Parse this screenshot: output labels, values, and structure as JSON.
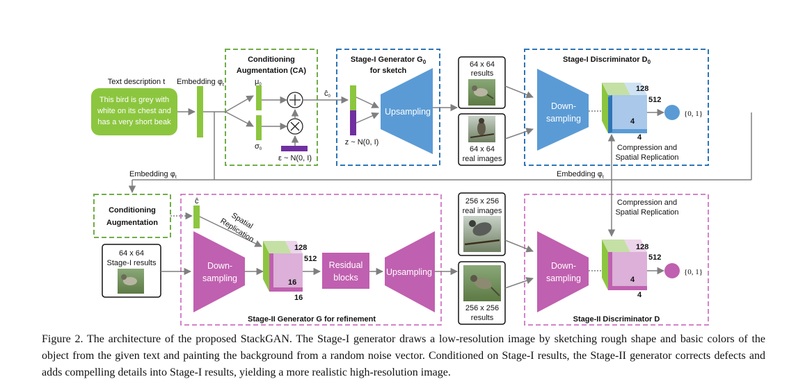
{
  "text_input": {
    "title": "Text description t",
    "body_lines": [
      "This bird is grey with",
      "white on its chest and",
      "has a very short beak"
    ]
  },
  "labels": {
    "embedding": "Embedding φ",
    "embedding_sub": "t",
    "ca_title_1": "Conditioning",
    "ca_title_2": "Augmentation (CA)",
    "mu": "μ",
    "mu_sub": "0",
    "sigma": "σ",
    "sigma_sub": "0",
    "epsilon": "ε ~ N(0, I)",
    "c0": "ĉ",
    "c0_sub": "0",
    "z": "z ~ N(0, I)",
    "g0_title_1": "Stage-I Generator G",
    "g0_title_sub": "0",
    "g0_title_2": "for sketch",
    "upsampling": "Upsampling",
    "results_64_1": "64 x 64",
    "results_64_2": "results",
    "real_64_1": "64 x 64",
    "real_64_2": "real images",
    "d0_title": "Stage-I Discriminator D",
    "d0_title_sub": "0",
    "down_1": "Down-",
    "down_2": "sampling",
    "dim_128": "128",
    "dim_512": "512",
    "dim_4": "4",
    "dim_16": "16",
    "output": "{0, 1}",
    "compression_1": "Compression and",
    "compression_2": "Spatial Replication",
    "ca2_1": "Conditioning",
    "ca2_2": "Augmentation",
    "c_hat": "ĉ",
    "spatial_1": "Spatial",
    "spatial_2": "Replication",
    "stage1_results_1": "64 x 64",
    "stage1_results_2": "Stage-I results",
    "residual_1": "Residual",
    "residual_2": "blocks",
    "real_256_1": "256 x 256",
    "real_256_2": "real images",
    "results_256_1": "256 x 256",
    "results_256_2": "results",
    "g_title": "Stage-II Generator G for refinement",
    "d_title": "Stage-II Discriminator D"
  },
  "caption": "Figure 2. The architecture of the proposed StackGAN. The Stage-I generator draws a low-resolution image by sketching rough shape and basic colors of the object from the given text and painting the background from a random noise vector. Conditioned on Stage-I results, the Stage-II generator corrects defects and adds compelling details into Stage-I results, yielding a more realistic high-resolution image.",
  "colors": {
    "green": "#8cc63f",
    "green_light": "#c5e0a5",
    "blue": "#5b9bd5",
    "blue_light": "#a9c8ea",
    "magenta": "#c060b0",
    "magenta_light": "#dcb0d8",
    "purple": "#7030a0",
    "green_dashed": "#70ad47",
    "blue_dashed": "#2e75b6",
    "magenta_dashed": "#c55ab8"
  }
}
